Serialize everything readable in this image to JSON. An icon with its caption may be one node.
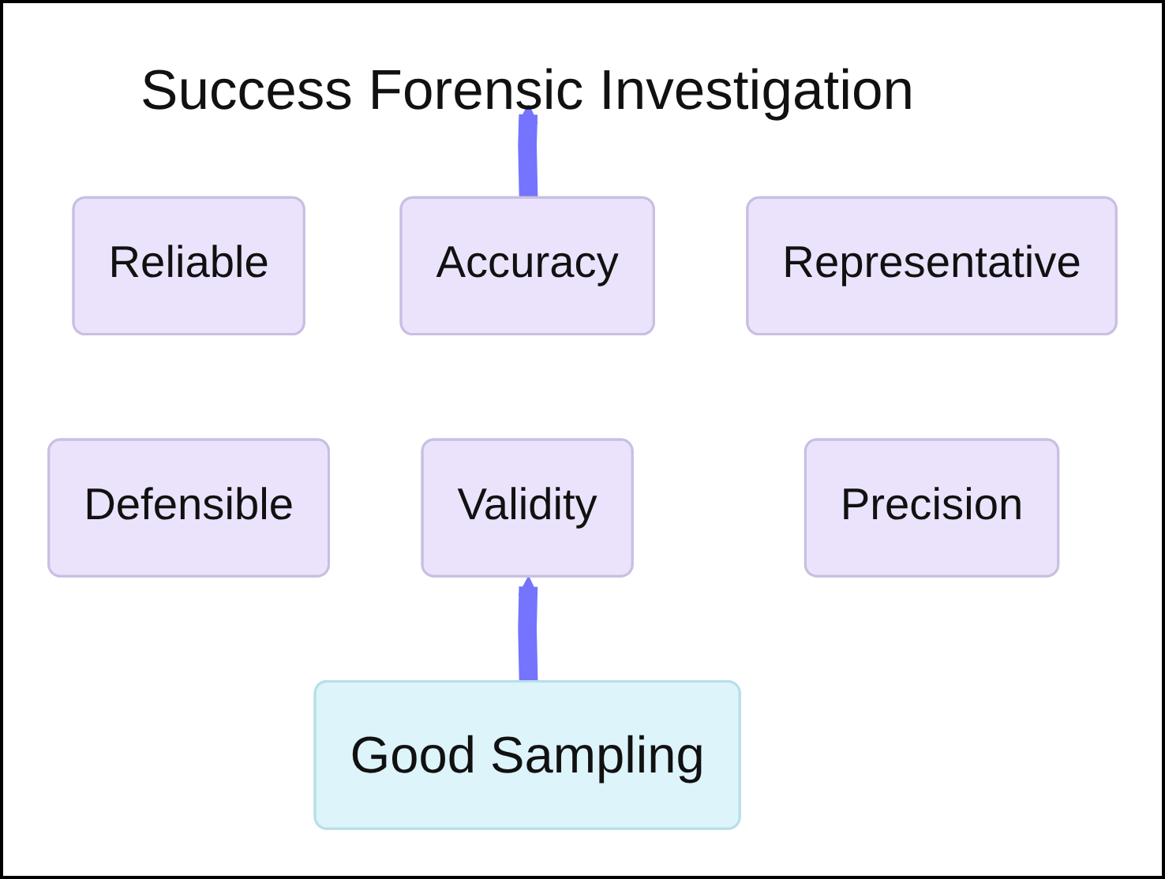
{
  "diagram": {
    "nodes": [
      {
        "text": [
          "Success Forensic Investigation"
        ]
      },
      {
        "text": [
          "Reliable"
        ]
      },
      {
        "text": [
          "Accuracy"
        ]
      },
      {
        "text": [
          "Representative"
        ]
      },
      {
        "text": [
          "Defensible"
        ]
      },
      {
        "text": [
          "Validity"
        ]
      },
      {
        "text": [
          "Precision"
        ]
      },
      {
        "text": [
          "Good Sampling"
        ]
      }
    ],
    "edges": [
      {
        "from": 7,
        "to": 5,
        "arrow": "to"
      },
      {
        "from": 2,
        "to": 0,
        "arrow": "to"
      }
    ]
  }
}
